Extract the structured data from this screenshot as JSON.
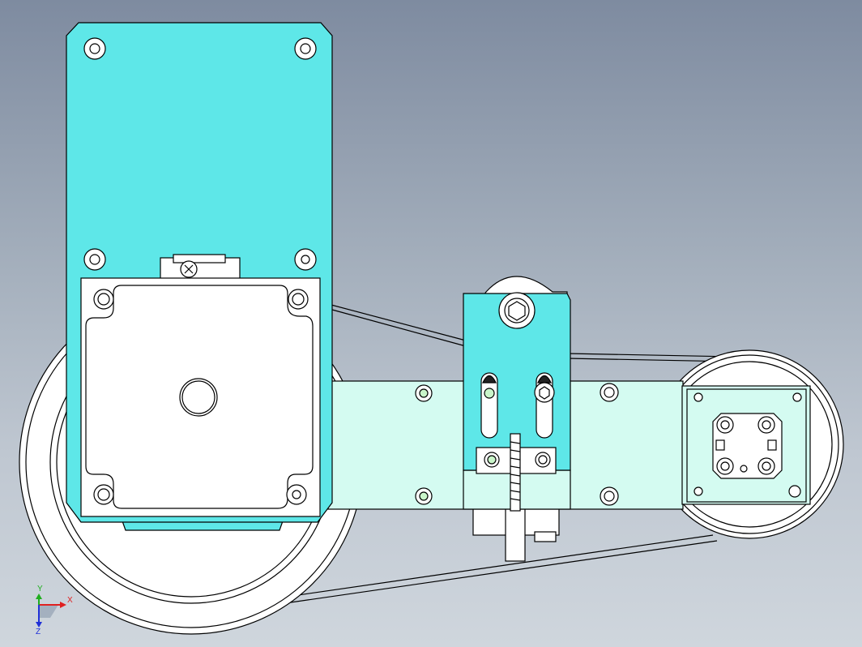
{
  "triad": {
    "x_label": "X",
    "y_label": "Y",
    "z_label": "Z",
    "x_color": "#e02020",
    "y_color": "#1fae1f",
    "z_color": "#2030d8"
  },
  "colors": {
    "motor_plate": "#5ee7e8",
    "arm_plate": "#d4fbf1",
    "pulley": "#ffffff",
    "outline": "#000000",
    "background_top": "#7e8ba0",
    "background_bottom": "#cfd6dd"
  },
  "scene": {
    "parts": [
      {
        "name": "drive-pulley",
        "icon": "pulley-icon"
      },
      {
        "name": "driven-pulley",
        "icon": "pulley-icon"
      },
      {
        "name": "timing-belt",
        "icon": "belt-icon"
      },
      {
        "name": "stepper-motor-mount-plate",
        "icon": "plate-icon"
      },
      {
        "name": "stepper-motor",
        "icon": "motor-icon"
      },
      {
        "name": "arm-link-plate",
        "icon": "plate-icon"
      },
      {
        "name": "belt-tensioner-bracket",
        "icon": "bracket-icon"
      },
      {
        "name": "tensioner-screw",
        "icon": "screw-icon"
      },
      {
        "name": "end-effector-flange",
        "icon": "flange-icon"
      }
    ]
  }
}
